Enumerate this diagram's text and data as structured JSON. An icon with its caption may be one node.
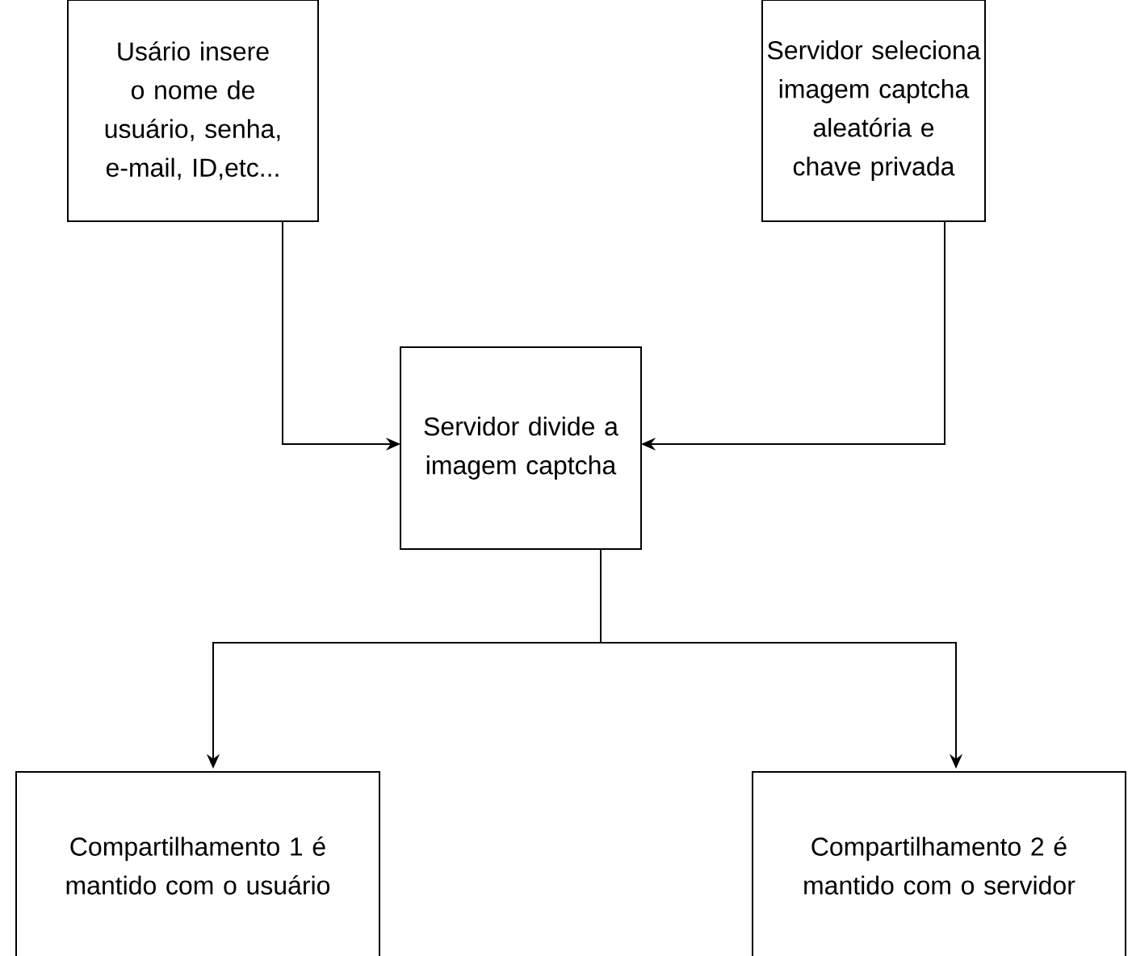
{
  "diagram": {
    "nodes": [
      {
        "text": [
          "Usário insere o nome de usuário, senha, e-mail, ID,etc..."
        ]
      },
      {
        "text": [
          "Servidor seleciona imagem captcha aleatória e chave privada"
        ]
      },
      {
        "text": [
          "Servidor divide a imagem captcha"
        ]
      },
      {
        "text": [
          "Compartilhamento 1 é mantido com o usuário"
        ]
      },
      {
        "text": [
          "Compartilhamento 2 é mantido com o servidor"
        ]
      }
    ],
    "edges": [
      {
        "from": 0,
        "to": 2,
        "arrow": "to"
      },
      {
        "from": 1,
        "to": 2,
        "arrow": "to"
      },
      {
        "from": 2,
        "to": 3,
        "arrow": "to"
      },
      {
        "from": 2,
        "to": 4,
        "arrow": "to"
      }
    ]
  }
}
